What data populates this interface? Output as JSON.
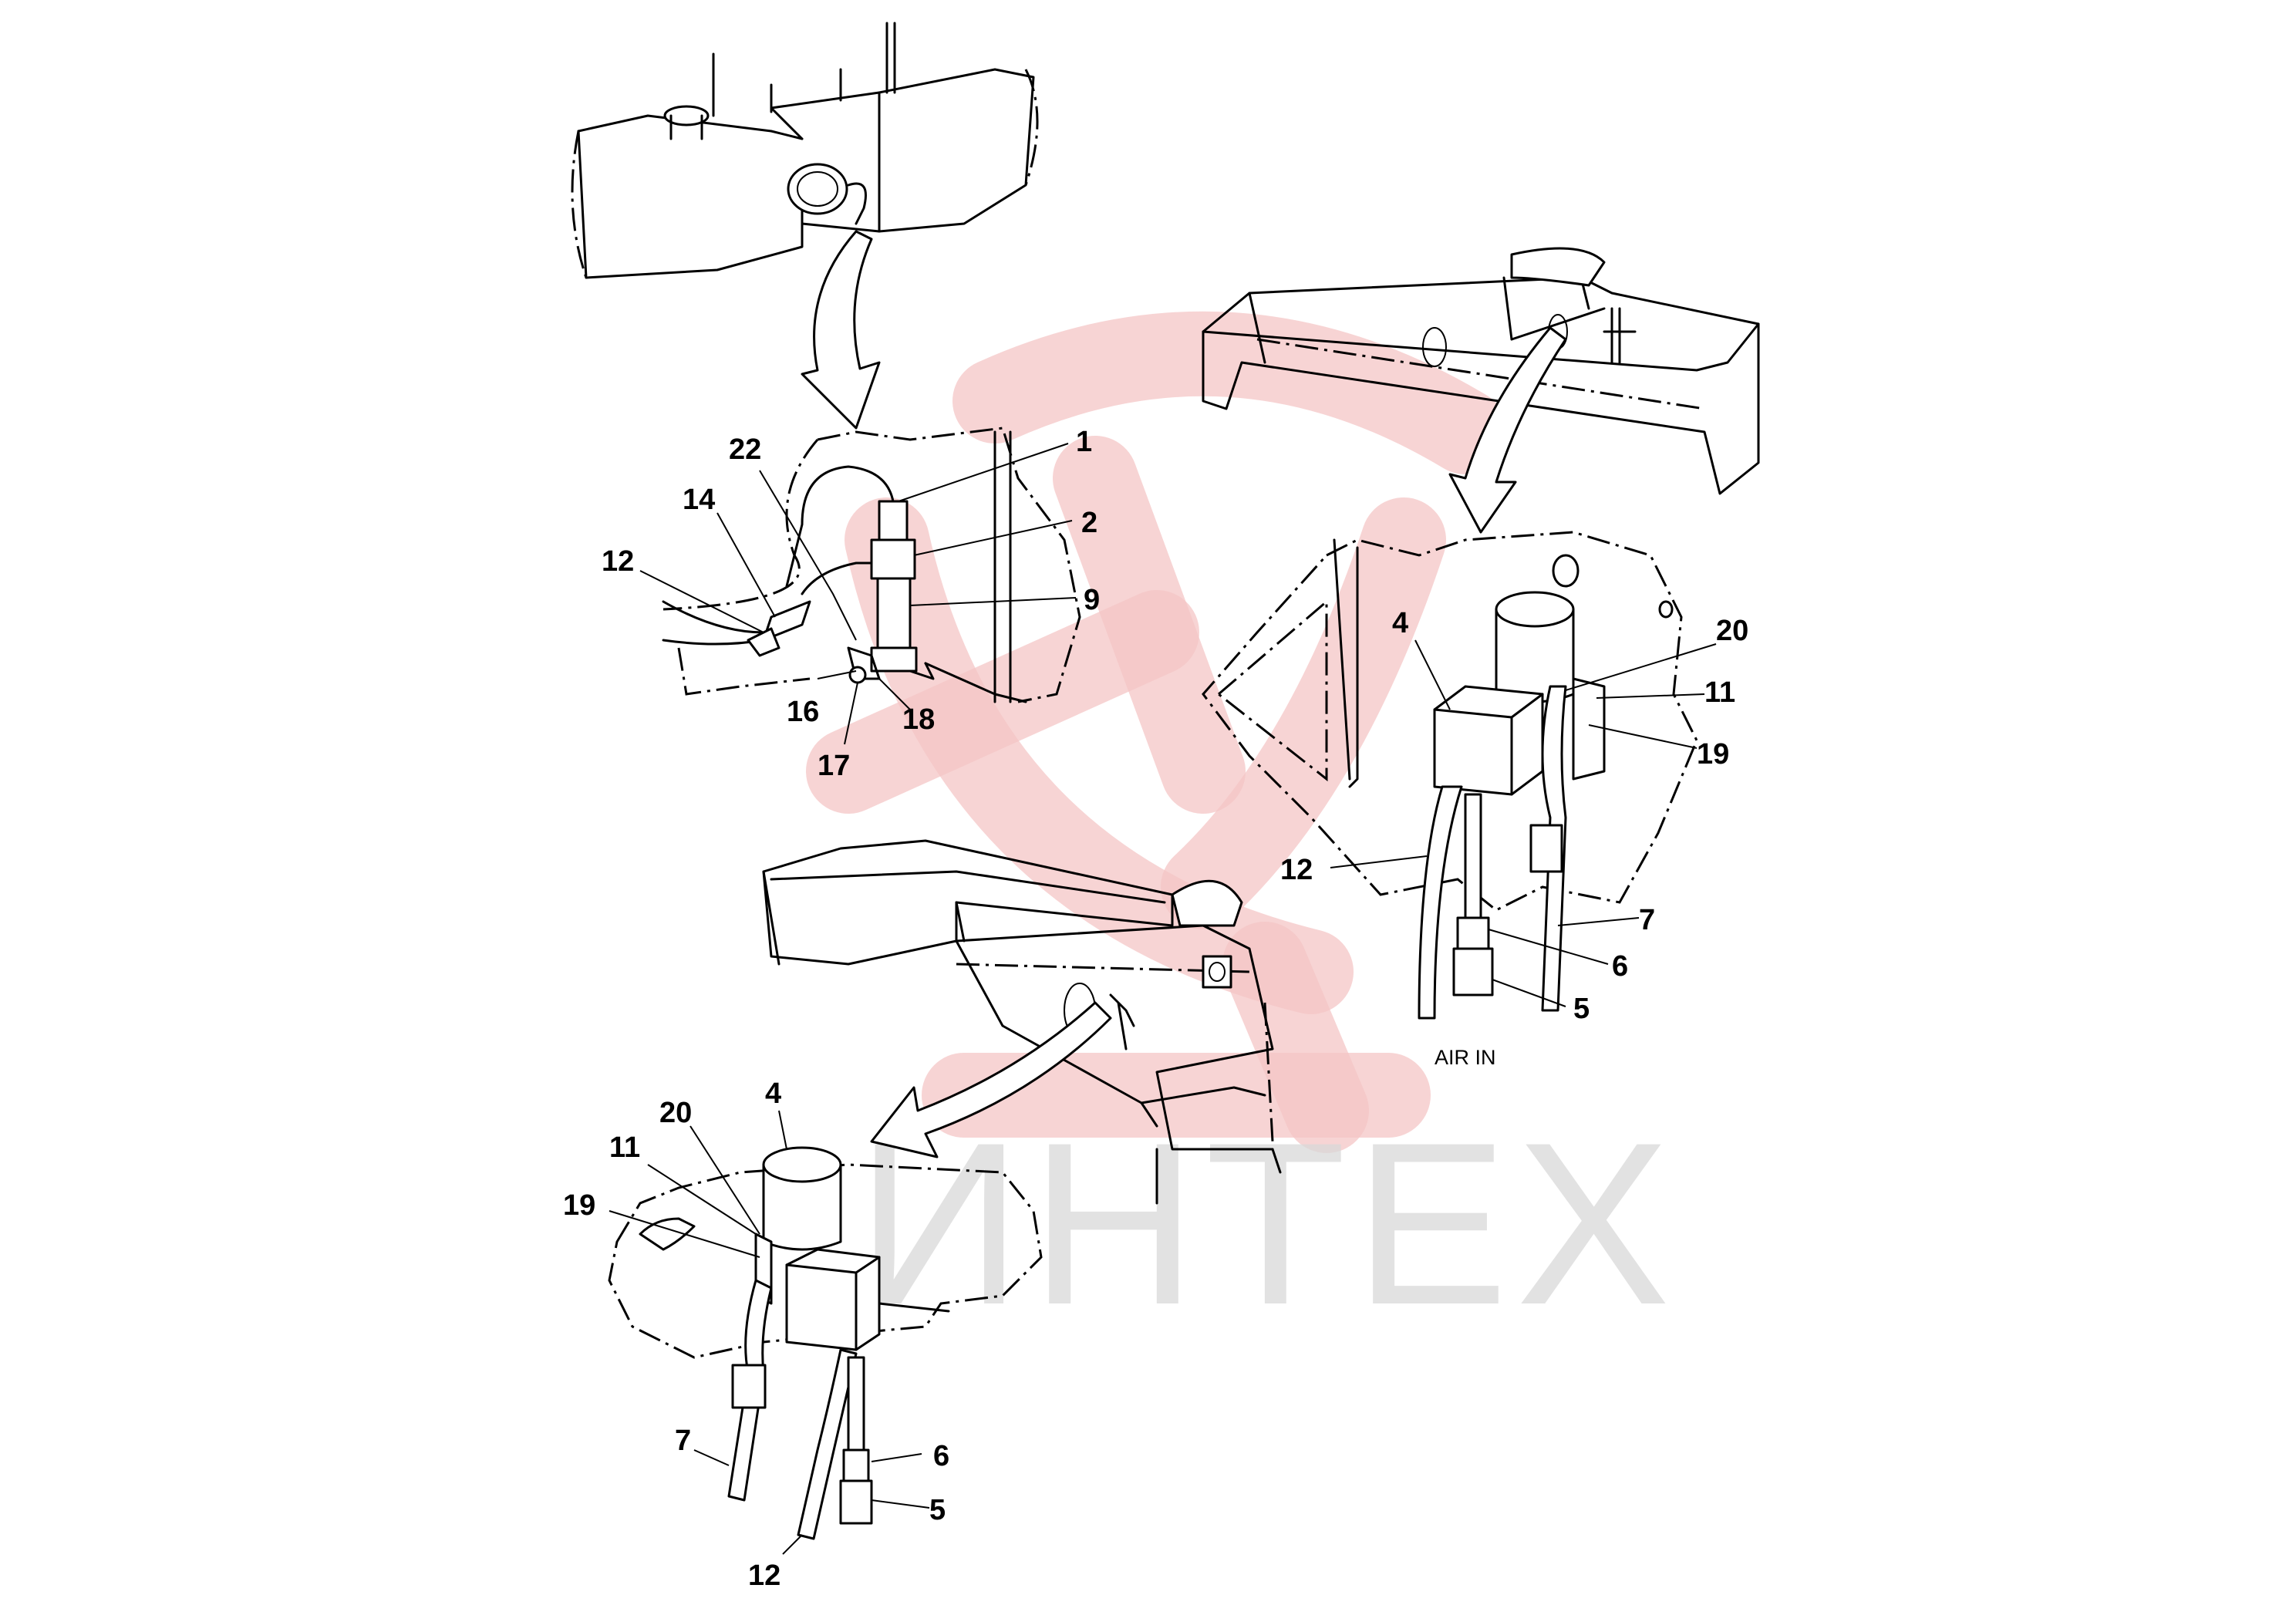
{
  "callouts": {
    "top_left": {
      "c1": "1",
      "c2": "2",
      "c9": "9",
      "c22": "22",
      "c14": "14",
      "c12": "12",
      "c16": "16",
      "c17": "17",
      "c18": "18"
    },
    "right": {
      "c4": "4",
      "c20": "20",
      "c11": "11",
      "c19": "19",
      "c12": "12",
      "c7": "7",
      "c6": "6",
      "c5": "5"
    },
    "bottom_left": {
      "c4": "4",
      "c20": "20",
      "c11": "11",
      "c19": "19",
      "c7": "7",
      "c6": "6",
      "c5": "5",
      "c12": "12"
    }
  },
  "notes": {
    "air_in": "AIR IN"
  },
  "watermark": {
    "text": "ИНТЕХ",
    "color": "#f4c6c6"
  }
}
